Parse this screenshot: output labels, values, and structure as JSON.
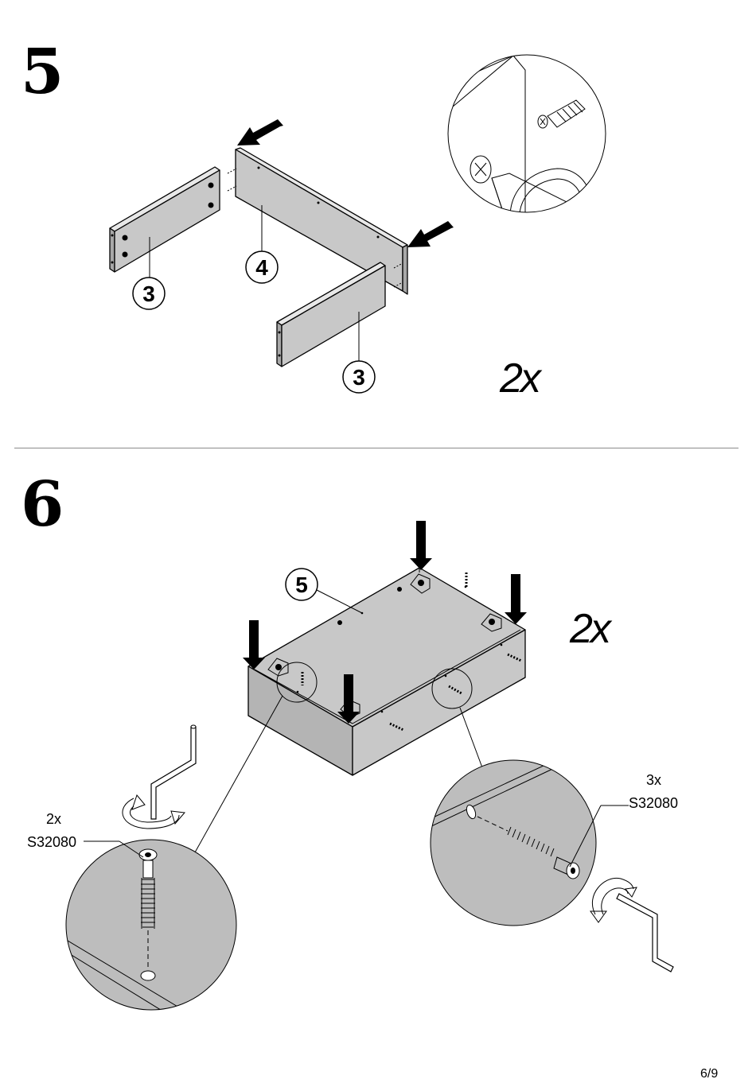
{
  "step5": {
    "number": "5",
    "multiplier": "2x",
    "part_labels": [
      "3",
      "4",
      "3"
    ]
  },
  "step6": {
    "number": "6",
    "multiplier": "2x",
    "part_label": "5",
    "left_callout": {
      "qty": "2x",
      "code": "S32080"
    },
    "right_callout": {
      "qty": "3x",
      "code": "S32080"
    }
  },
  "page_number": "6/9",
  "colors": {
    "panel": "#c8c8c8",
    "panel_dark": "#a8a8a8",
    "detail_gray": "#bdbdbd",
    "line": "#000000"
  }
}
